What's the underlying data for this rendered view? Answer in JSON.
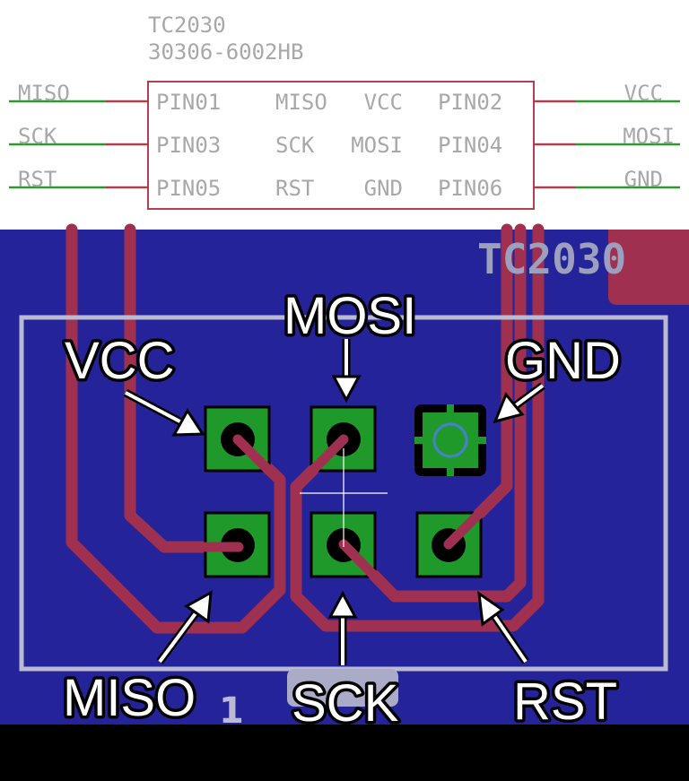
{
  "schematic": {
    "part_name": "TC2030",
    "part_value": "30306-6002HB",
    "left_nets": [
      "MISO",
      "SCK",
      "RST"
    ],
    "right_nets": [
      "VCC",
      "MOSI",
      "GND"
    ],
    "pins_left": [
      "PIN01",
      "PIN03",
      "PIN05"
    ],
    "pins_right": [
      "PIN02",
      "PIN04",
      "PIN06"
    ],
    "signals_left": [
      "MISO",
      "SCK",
      "RST"
    ],
    "signals_right": [
      "VCC",
      "MOSI",
      "GND"
    ]
  },
  "pcb": {
    "title": "TC2030",
    "pin1_marker": "1",
    "callouts": {
      "vcc": "VCC",
      "mosi": "MOSI",
      "gnd": "GND",
      "miso": "MISO",
      "sck": "SCK",
      "rst": "RST"
    }
  },
  "colors": {
    "board": "#24239a",
    "trace": "#a03050",
    "pad": "#1f9a2a",
    "silkscreen": "#b9bbd3",
    "net_wire": "#2e9a2e",
    "outline": "#b04050"
  }
}
